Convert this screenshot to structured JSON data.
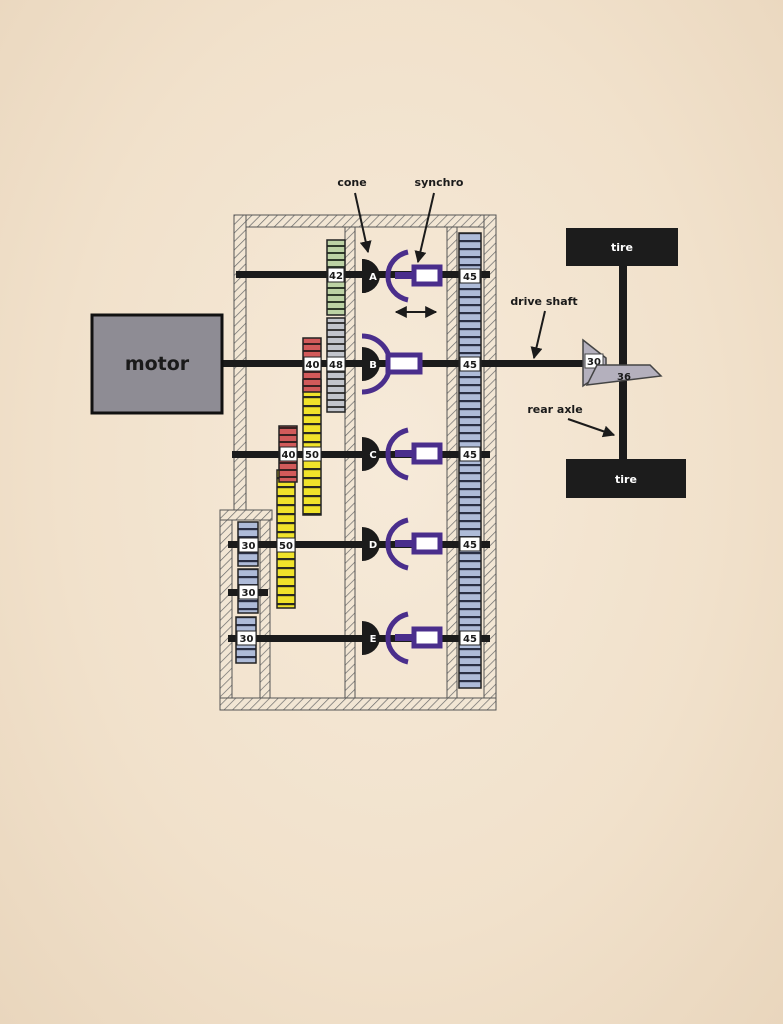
{
  "labels": {
    "cone": "cone",
    "synchro": "synchro",
    "motor": "motor",
    "drive_shaft": "drive shaft",
    "rear_axle": "rear axle",
    "tire_top": "tire",
    "tire_bottom": "tire"
  },
  "gears": {
    "a_small": "42",
    "b_small": "40",
    "b_large": "48",
    "c_small": "40",
    "c_large": "50",
    "d_small": "30",
    "d_large": "50",
    "idler": "30",
    "e_small": "30",
    "out_a": "45",
    "out_b": "45",
    "out_c": "45",
    "out_d": "45",
    "out_e": "45",
    "diff_pinion": "30",
    "diff_ring": "36"
  },
  "cones": {
    "a": "A",
    "b": "B",
    "c": "C",
    "d": "D",
    "e": "E"
  },
  "colors": {
    "shaft": "#1b1b1b",
    "synchro": "#4a2e8c",
    "motor_fill": "#8e8c94",
    "tire_fill": "#1c1c1c",
    "yellow_gear": "#f0e32a",
    "blue_gear": "#a9b7d6",
    "red_gear": "#c94a4a",
    "green_gear": "#b9cfa2",
    "diff": "#b4b0bd"
  }
}
